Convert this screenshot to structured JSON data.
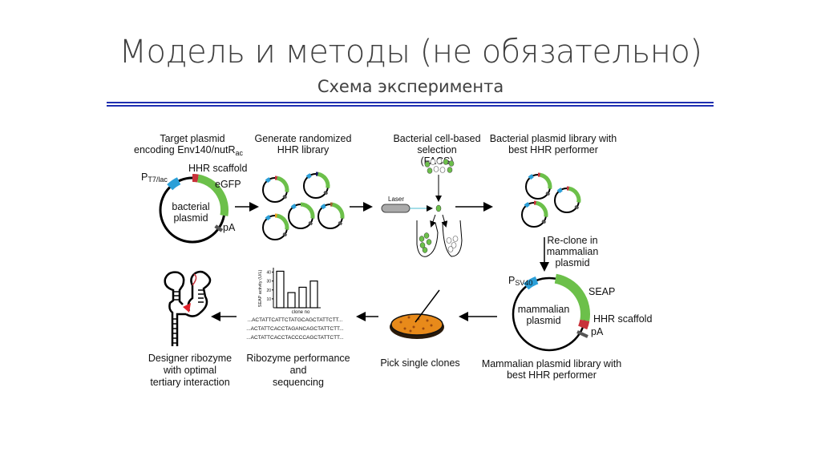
{
  "slide": {
    "title": "Модель и методы (не обязательно)",
    "subtitle": "Схема эксперимента"
  },
  "diagram": {
    "step1": {
      "line1": "Target plasmid",
      "line2": "encoding Env140/nutR",
      "line2_sub": "ac",
      "promoter": "P",
      "promoter_sub": "T7/lac",
      "scaffold": "HHR scaffold",
      "gene": "eGFP",
      "plasmid_line1": "bacterial",
      "plasmid_line2": "plasmid",
      "pa": "pA"
    },
    "step2": {
      "line1": "Generate randomized",
      "line2": "HHR library"
    },
    "step3": {
      "line1": "Bacterial cell-based",
      "line2": "selection",
      "line3": "(FACS)",
      "laser": "Laser"
    },
    "step4": {
      "line1": "Bacterial plasmid library with",
      "line2": "best HHR performer"
    },
    "reclone": {
      "line1": "Re-clone in",
      "line2": "mammalian",
      "line3": "plasmid"
    },
    "step5": {
      "promoter": "P",
      "promoter_sub": "SV40",
      "gene": "SEAP",
      "scaffold": "HHR scaffold",
      "pa": "pA",
      "plasmid_line1": "mammalian",
      "plasmid_line2": "plasmid",
      "line1": "Mammalian plasmid library with",
      "line2": "best HHR performer"
    },
    "step6": {
      "label": "Pick single clones"
    },
    "step7": {
      "line1": "Ribozyme performance",
      "line2": "and",
      "line3": "sequencing",
      "sequences": [
        "...ACTATTCATTCTATGCAGCTATTCTT...",
        "...ACTATTCACCTAGANCAGCTATTCTT...",
        "...ACTATTCACCTACCCCAGCTATTCTT..."
      ]
    },
    "step8": {
      "line1": "Designer ribozyme",
      "line2": "with optimal",
      "line3": "tertiary interaction"
    },
    "colors": {
      "promoter": "#2b9fd8",
      "gene": "#6cc04a",
      "scaffold": "#c8323a",
      "rule": "#1f2fb0"
    }
  },
  "chart_data": {
    "type": "bar",
    "xlabel": "clone no",
    "ylabel": "SEAP activity (U/L)",
    "yticks": [
      "10",
      "20",
      "30",
      "40"
    ],
    "ylim": [
      0,
      45
    ],
    "values": [
      41,
      17,
      23,
      30
    ]
  }
}
